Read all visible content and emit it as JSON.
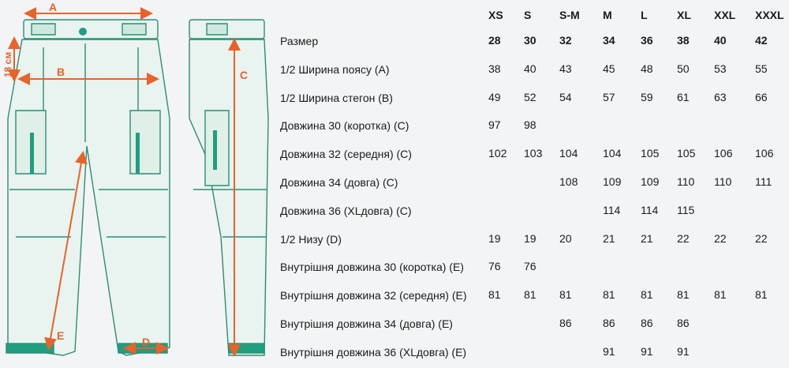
{
  "diagram": {
    "labels": {
      "a": "A",
      "b": "B",
      "c": "C",
      "d": "D",
      "e": "E",
      "rise": "18 см"
    }
  },
  "table": {
    "sizes": [
      "XS",
      "S",
      "S-M",
      "M",
      "L",
      "XL",
      "XXL",
      "XXXL"
    ],
    "rows": [
      {
        "label": "Размер",
        "bold": true,
        "values": [
          "28",
          "30",
          "32",
          "34",
          "36",
          "38",
          "40",
          "42"
        ]
      },
      {
        "label": "1/2 Ширина поясу (A)",
        "values": [
          "38",
          "40",
          "43",
          "45",
          "48",
          "50",
          "53",
          "55"
        ]
      },
      {
        "label": "1/2 Ширина стегон (B)",
        "values": [
          "49",
          "52",
          "54",
          "57",
          "59",
          "61",
          "63",
          "66"
        ]
      },
      {
        "label": "Довжина 30 (коротка) (C)",
        "values": [
          "97",
          "98",
          "",
          "",
          "",
          "",
          "",
          ""
        ]
      },
      {
        "label": "Довжина 32 (середня) (C)",
        "values": [
          "102",
          "103",
          "104",
          "104",
          "105",
          "105",
          "106",
          "106"
        ]
      },
      {
        "label": "Довжина 34 (довга) (C)",
        "values": [
          "",
          "",
          "108",
          "109",
          "109",
          "110",
          "110",
          "111"
        ]
      },
      {
        "label": "Довжина 36 (XLдовга) (C)",
        "values": [
          "",
          "",
          "",
          "114",
          "114",
          "115",
          "",
          ""
        ]
      },
      {
        "label": "1/2 Низу (D)",
        "values": [
          "19",
          "19",
          "20",
          "21",
          "21",
          "22",
          "22",
          "22"
        ]
      },
      {
        "label": "Внутрішня довжина 30 (коротка) (E)",
        "values": [
          "76",
          "76",
          "",
          "",
          "",
          "",
          "",
          ""
        ]
      },
      {
        "label": "Внутрішня довжина 32 (середня) (E)",
        "values": [
          "81",
          "81",
          "81",
          "81",
          "81",
          "81",
          "81",
          "81"
        ]
      },
      {
        "label": "Внутрішня довжина 34 (довга) (E)",
        "values": [
          "",
          "",
          "86",
          "86",
          "86",
          "86",
          "",
          ""
        ]
      },
      {
        "label": "Внутрішня довжина 36 (XLдовга) (E)",
        "values": [
          "",
          "",
          "",
          "91",
          "91",
          "91",
          "",
          ""
        ]
      }
    ]
  },
  "colors": {
    "accent": "#e8632a",
    "teal": "#1f9e80",
    "outline": "#2a8f76",
    "fill": "#e9f3f0"
  }
}
